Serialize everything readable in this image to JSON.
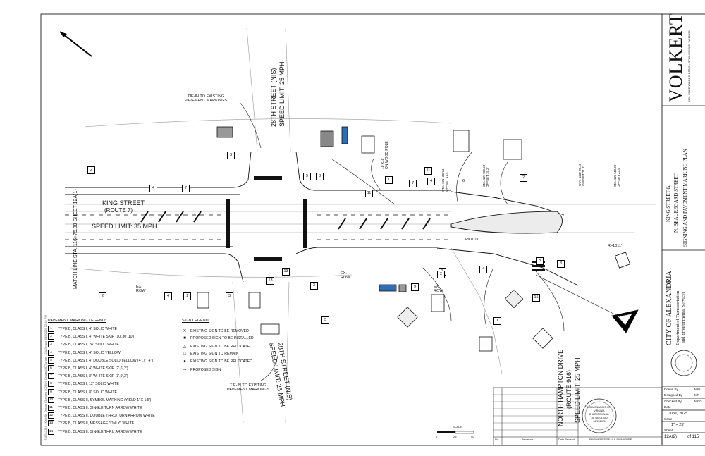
{
  "plan": {
    "north_label": "",
    "streets": {
      "king_street": "KING STREET",
      "king_route": "(ROUTE 7)",
      "king_speed": "SPEED LIMIT: 35 MPH",
      "st28_north_name": "28TH STREET (NIS)",
      "st28_north_speed": "SPEED LIMIT: 25 MPH",
      "st28_south_name": "28TH STREET (NIS)",
      "st28_south_speed": "SPEED LIMIT: 25 MPH",
      "north_hampton_name": "NORTH HAMPTON DRIVE",
      "north_hampton_route": "(ROUTE 916)",
      "north_hampton_speed": "SPEED LIMIT: 25 MPH"
    },
    "match_line": "MATCH LINE STA. 116+75.00 SHEET 12A(1)",
    "callouts": {
      "tie_in_top": [
        "TIE-IN TO EXISTING",
        "PAVEMENT MARKINGS"
      ],
      "tie_in_bottom": [
        "TIE-IN TO EXISTING",
        "PAVEMENT MARKINGS"
      ],
      "ex_row": [
        "EX.",
        "ROW"
      ],
      "wood_pole": [
        "18\"x18\"",
        "ON WOOD POLE"
      ],
      "radius": "R=1011'",
      "radius2": "R=1011'",
      "sta1": [
        "STA. 121+38.74",
        "OFFSET 17.4'"
      ],
      "sta2": [
        "STA. 121+66.53",
        "OFFSET 15.2'"
      ],
      "sta3": [
        "STA. 123+20.48",
        "OFFSET 21.7'"
      ],
      "sta4": [
        "STA. 123+48.28",
        "OFFSET 22.9'"
      ]
    },
    "markers": [
      "2",
      "4",
      "7",
      "3",
      "5",
      "3",
      "11",
      "1",
      "7",
      "4",
      "6",
      "11",
      "2",
      "3",
      "3",
      "2",
      "4",
      "1",
      "3",
      "13",
      "15",
      "5",
      "9",
      "2",
      "4",
      "1",
      "8",
      "13",
      "3"
    ]
  },
  "legend": {
    "title": "PAVEMENT MARKING LEGEND:",
    "items": [
      {
        "num": "1",
        "text": "TYPE B, CLASS I, 4\" SOLID WHITE"
      },
      {
        "num": "2",
        "text": "TYPE B, CLASS I, 4\" WHITE SKIP (10',30',10')"
      },
      {
        "num": "3",
        "text": "TYPE B, CLASS I, 24\" SOLID WHITE"
      },
      {
        "num": "4",
        "text": "TYPE B, CLASS I, 4\" SOLID YELLOW"
      },
      {
        "num": "5",
        "text": "TYPE B, CLASS I, 4\" DOUBLE SOLID YELLOW (4\",7\", 4\")"
      },
      {
        "num": "6",
        "text": "TYPE B, CLASS I, 4\" WHITE SKIP (2',6',2')"
      },
      {
        "num": "7",
        "text": "TYPE B, CLASS I, 8\" WHITE SKIP (3',9',3')"
      },
      {
        "num": "8",
        "text": "TYPE B, CLASS I, 12\" SOLID WHITE"
      },
      {
        "num": "9",
        "text": "TYPE B, CLASS I, 8\" SOLID WHITE"
      },
      {
        "num": "10",
        "text": "TYPE B, CLASS II, SYMBOL MARKING (YIELD 1' X 1.5')"
      },
      {
        "num": "11",
        "text": "TYPE B, CLASS II, SINGLE TURN ARROW WHITE"
      },
      {
        "num": "12",
        "text": "TYPE B, CLASS II, DOUBLE THRU/TURN ARROW WHITE"
      },
      {
        "num": "13",
        "text": "TYPE B, CLASS II, MESSAGE \"ONLY\" WHITE"
      },
      {
        "num": "14",
        "text": "TYPE B, CLASS II, SINGLE THRU ARROW WHITE"
      }
    ]
  },
  "sign_legend": {
    "title": "SIGN LEGEND:",
    "items": [
      {
        "sym": "✕",
        "text": "EXISTING SIGN TO BE REMOVED"
      },
      {
        "sym": "■",
        "text": "PROPOSED SIGN TO BE INSTALLED"
      },
      {
        "sym": "△",
        "text": "EXISTING SIGN TO BE RELOCATED"
      },
      {
        "sym": "□",
        "text": "EXISTING SIGN TO REMAIN"
      },
      {
        "sym": "●",
        "text": "EXISTING SIGN TO BE RELOCATED"
      },
      {
        "sym": "⊸",
        "text": "PROPOSED SIGN"
      }
    ]
  },
  "side_note": "T:\\85\\12316 - King St. Design Changes 2024\\07 Design\\MOT\\sheet 12A(2).dwg 6/16/2025 12:16 PM",
  "scale": {
    "label": "SCALE",
    "ticks": [
      "0",
      "25'",
      "50'"
    ]
  },
  "revisions": {
    "headers": [
      "No.",
      "Revisions",
      "Date Revised",
      "ENGINEER'S SEAL & SIGNATURE"
    ]
  },
  "seal": {
    "lines": [
      "COMMONWEALTH OF VIRGINIA",
      "BHARAT DHAKAL",
      "Lic. No. 051082",
      "06/17/2025"
    ]
  },
  "title_block": {
    "firm": "VOLKERT",
    "firm_address": "8201 GREENSBORO DRIVE • SPRINGFIELD, VA 22150",
    "project_line1": "KING STREET &",
    "project_line2": "N. BEAUREGARD STREET",
    "sheet_title": "SIGNING AND PAVEMENT MARKING PLAN",
    "city": "CITY OF ALEXANDRIA",
    "dept1": "Department of Transportation",
    "dept2": "and Environmental Services",
    "drawn_by_label": "Drawn By",
    "drawn_by": "MW",
    "designed_by_label": "Designed By",
    "designed_by": "MR",
    "checked_by_label": "Checked By",
    "checked_by": "MCG",
    "date_label": "Date",
    "date": "June, 2025",
    "scale_label": "Scale",
    "scale": "1\" = 25'",
    "sheet_label": "Sheet",
    "sheet": "12A(2)",
    "of_label": "of 115"
  },
  "colors": {
    "line": "#111111",
    "grey": "#9a9a9a",
    "blue": "#2f6db5",
    "light": "#bdbdbd"
  }
}
